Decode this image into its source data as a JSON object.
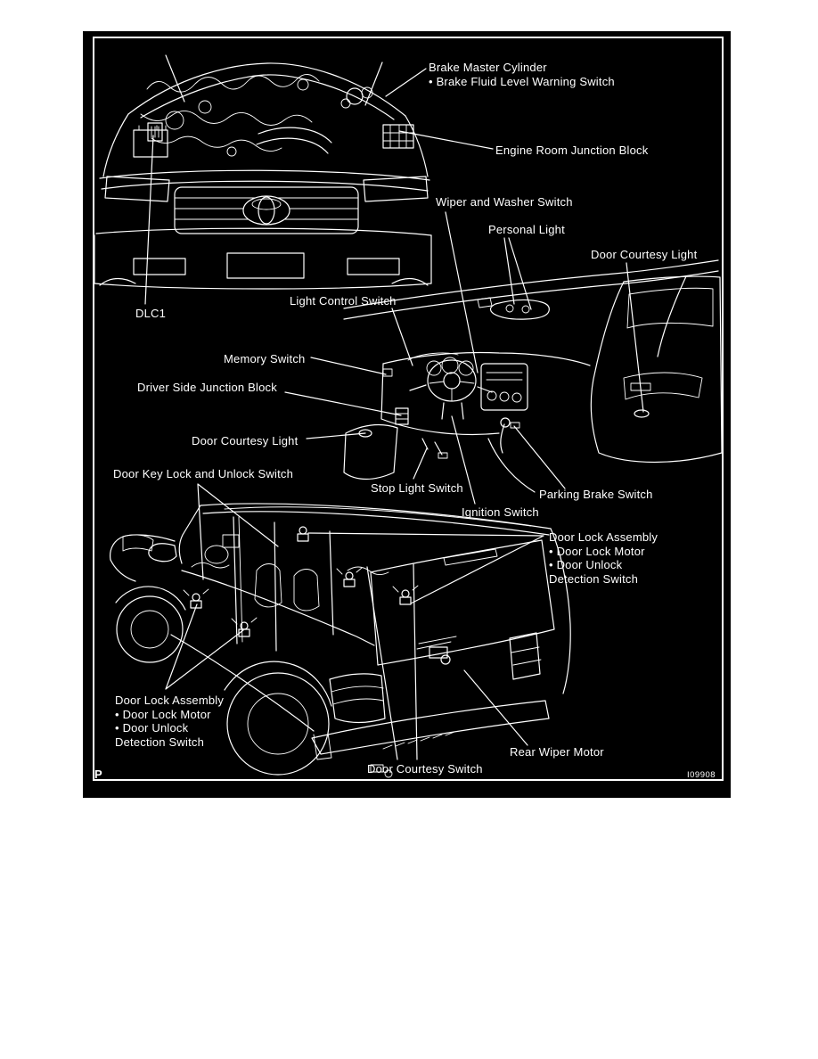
{
  "panel": {
    "corner_mark": "P",
    "figure_id": "I09908"
  },
  "colors": {
    "page_bg": "#ffffff",
    "panel_bg": "#000000",
    "line": "#ffffff"
  },
  "labels": {
    "brake_master": {
      "line1": "Brake Master Cylinder",
      "line2": "• Brake Fluid Level Warning Switch"
    },
    "engine_room_junction_block": "Engine Room Junction Block",
    "wiper_washer_switch": "Wiper and Washer Switch",
    "personal_light": "Personal Light",
    "door_courtesy_light_right": "Door Courtesy Light",
    "light_control_switch": "Light Control Switch",
    "dlc1": "DLC1",
    "memory_switch": "Memory Switch",
    "driver_side_junction_block": "Driver Side Junction Block",
    "door_courtesy_light_left": "Door Courtesy Light",
    "door_key_lock_unlock_switch": "Door Key Lock and Unlock Switch",
    "stop_light_switch": "Stop Light Switch",
    "parking_brake_switch": "Parking Brake Switch",
    "ignition_switch": "Ignition Switch",
    "door_lock_assembly_right": {
      "line1": "Door Lock Assembly",
      "line2": "• Door Lock Motor",
      "line3": "• Door Unlock",
      "line4": "Detection Switch"
    },
    "door_lock_assembly_left": {
      "line1": "Door Lock Assembly",
      "line2": "• Door Lock Motor",
      "line3": "• Door Unlock",
      "line4": "Detection Switch"
    },
    "rear_wiper_motor": "Rear Wiper Motor",
    "door_courtesy_switch": "Door Courtesy Switch"
  }
}
